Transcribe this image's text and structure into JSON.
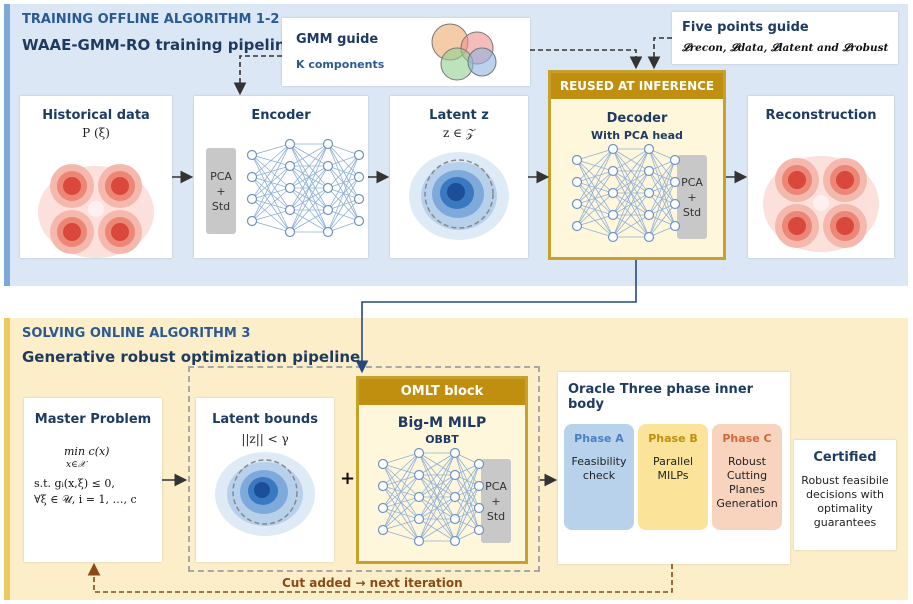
{
  "top": {
    "section_title": "TRAINING OFFLINE ALGORITHM 1-2",
    "subtitle": "WAAE-GMM-RO training pipeline",
    "gmm_guide": {
      "title": "GMM guide",
      "sub": "K components"
    },
    "five_points": {
      "title": "Five points guide",
      "formula": "𝓛recon, 𝓛data, 𝓛latent and 𝓛robust"
    },
    "reused_label": "REUSED AT INFERENCE",
    "historical": {
      "title": "Historical data",
      "sub": "P (ξ)"
    },
    "encoder": {
      "title": "Encoder",
      "pca": "PCA\n+\nStd"
    },
    "latent": {
      "title": "Latent z",
      "sub": "z ∈ 𝒵"
    },
    "decoder": {
      "title": "Decoder",
      "sub": "With PCA head",
      "pca": "PCA\n+\nStd"
    },
    "reconstruction": {
      "title": "Reconstruction"
    }
  },
  "bottom": {
    "section_title": "SOLVING ONLINE ALGORITHM 3",
    "subtitle": "Generative robust optimization pipeline",
    "master": {
      "title": "Master Problem",
      "l1": "min c(x)",
      "l1b": "x∈𝒳",
      "l2": "s.t.   gᵢ(x,ξ) ≤ 0,",
      "l3": "∀ξ ∈ 𝒰, i = 1, …, c"
    },
    "latent_bounds": {
      "title": "Latent bounds",
      "sub": "||z|| < γ"
    },
    "plus": "+",
    "omlt": {
      "head": "OMLT block",
      "title": "Big-M MILP",
      "sub": "OBBT",
      "pca": "PCA\n+\nStd"
    },
    "oracle": {
      "title": "Oracle Three phase inner body"
    },
    "phases": [
      {
        "name": "Phase A",
        "text": "Feasibility check",
        "color": "#b8d2ec",
        "name_color": "#4a7fc0"
      },
      {
        "name": "Phase B",
        "text": "Parallel MILPs",
        "color": "#fbe39a",
        "name_color": "#c08f0f"
      },
      {
        "name": "Phase C",
        "text": "Robust Cutting Planes Generation",
        "color": "#f8d4bf",
        "name_color": "#d0683a"
      }
    ],
    "certified": {
      "title": "Certified",
      "text": "Robust feasibile decisions with optimality guarantees"
    },
    "cut_label": "Cut added → next iteration"
  }
}
